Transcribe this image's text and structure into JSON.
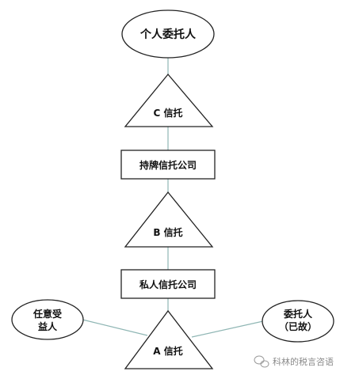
{
  "diagram": {
    "nodes": {
      "individual_settlor": {
        "label": "个人委托人",
        "shape": "ellipse"
      },
      "trust_c": {
        "label": "C 信托",
        "shape": "triangle"
      },
      "holding_trust_company": {
        "label": "持牌信托公司",
        "shape": "rectangle"
      },
      "trust_b": {
        "label": "B 信托",
        "shape": "triangle"
      },
      "private_trust_company": {
        "label": "私人信托公司",
        "shape": "rectangle"
      },
      "discretionary_beneficiary": {
        "label_line1": "任意受",
        "label_line2": "益人",
        "shape": "ellipse"
      },
      "settlor_deceased": {
        "label_line1": "委托人",
        "label_line2": "（已故）",
        "shape": "ellipse"
      },
      "trust_a": {
        "label": "A 信托",
        "shape": "triangle"
      }
    },
    "edges": [
      {
        "from": "individual_settlor",
        "to": "trust_c"
      },
      {
        "from": "trust_c",
        "to": "holding_trust_company"
      },
      {
        "from": "holding_trust_company",
        "to": "trust_b"
      },
      {
        "from": "trust_b",
        "to": "private_trust_company"
      },
      {
        "from": "private_trust_company",
        "to": "trust_a"
      },
      {
        "from": "discretionary_beneficiary",
        "to": "trust_a"
      },
      {
        "from": "settlor_deceased",
        "to": "trust_a"
      }
    ],
    "colors": {
      "outline": "#222222",
      "connector": "#8fb6b4",
      "background": "#ffffff"
    }
  },
  "watermark": {
    "icon": "wechat-icon",
    "text": "科林的税言咨语"
  }
}
